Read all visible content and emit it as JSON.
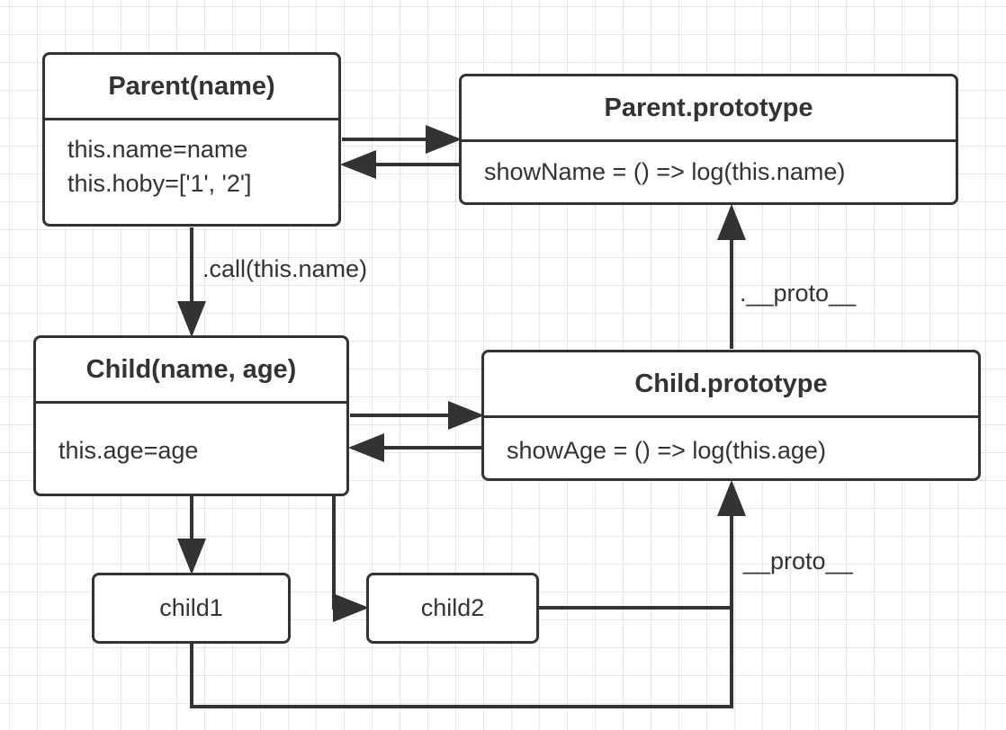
{
  "colors": {
    "stroke": "#333333",
    "grid": "#e6e6e6",
    "box_fill": "#ffffff"
  },
  "parent": {
    "title": "Parent(name)",
    "line1": "this.name=name",
    "line2": "this.hoby=['1', '2']"
  },
  "parent_prototype": {
    "title": "Parent.prototype",
    "line1": "showName = () => log(this.name)"
  },
  "child": {
    "title": "Child(name, age)",
    "line1": "this.age=age"
  },
  "child_prototype": {
    "title": "Child.prototype",
    "line1": "showAge = () => log(this.age)"
  },
  "child1": {
    "label": "child1"
  },
  "child2": {
    "label": "child2"
  },
  "edge_labels": {
    "call": ".call(this.name)",
    "proto_upper": ".__proto__",
    "proto_lower": "__proto__"
  }
}
